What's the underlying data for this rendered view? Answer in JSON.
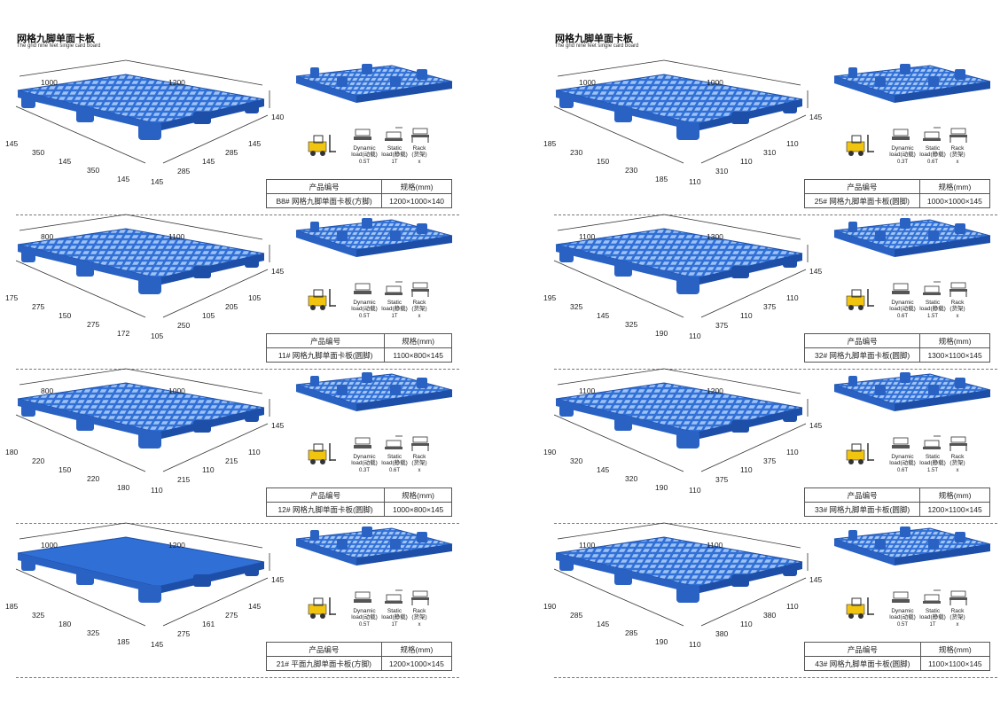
{
  "header": {
    "title": "网格九脚单面卡板",
    "subtitle": "The grid nine feet single card board"
  },
  "table_headers": {
    "code": "产品编号",
    "spec": "规格(mm)"
  },
  "load_labels": {
    "dynamic": "Dynamic\nload(动载)",
    "static": "Static\nload(静载)",
    "rack": "Rack\n(货架)"
  },
  "colors": {
    "pallet": "#2f6fd6",
    "pallet_dark": "#1d4fa8",
    "forklift": "#f1c40f"
  },
  "left": {
    "cards": [
      {
        "code": "B8# 网格九脚单面卡板(方脚)",
        "spec": "1200×1000×140",
        "dims": {
          "top_a": "1000",
          "top_b": "1200",
          "height": "140",
          "bottom_left": [
            "145",
            "350",
            "145",
            "350",
            "145"
          ],
          "bottom_right": [
            "145",
            "285",
            "145",
            "285",
            "145"
          ]
        },
        "loads": {
          "dynamic": "0.5T",
          "static": "1T",
          "rack": "x"
        }
      },
      {
        "code": "11# 网格九脚单面卡板(圆脚)",
        "spec": "1100×800×145",
        "dims": {
          "top_a": "800",
          "top_b": "1100",
          "height": "145",
          "bottom_left": [
            "175",
            "275",
            "150",
            "275",
            "172"
          ],
          "bottom_right": [
            "105",
            "250",
            "105",
            "205",
            "105"
          ]
        },
        "loads": {
          "dynamic": "0.5T",
          "static": "1T",
          "rack": "x"
        }
      },
      {
        "code": "12# 网格九脚单面卡板(圆脚)",
        "spec": "1000×800×145",
        "dims": {
          "top_a": "800",
          "top_b": "1000",
          "height": "145",
          "bottom_left": [
            "180",
            "220",
            "150",
            "220",
            "180"
          ],
          "bottom_right": [
            "110",
            "215",
            "110",
            "215",
            "110"
          ]
        },
        "loads": {
          "dynamic": "0.3T",
          "static": "0.6T",
          "rack": "x"
        }
      },
      {
        "code": "21# 平面九脚单面卡板(方脚)",
        "spec": "1200×1000×145",
        "dims": {
          "top_a": "1000",
          "top_b": "1200",
          "height": "145",
          "bottom_left": [
            "185",
            "325",
            "180",
            "325",
            "185"
          ],
          "bottom_right": [
            "145",
            "275",
            "161",
            "275",
            "145"
          ]
        },
        "loads": {
          "dynamic": "0.5T",
          "static": "1T",
          "rack": "x"
        }
      }
    ]
  },
  "right": {
    "cards": [
      {
        "code": "25# 网格九脚单面卡板(圆脚)",
        "spec": "1000×1000×145",
        "dims": {
          "top_a": "1000",
          "top_b": "1000",
          "height": "145",
          "bottom_left": [
            "185",
            "230",
            "150",
            "230",
            "185"
          ],
          "bottom_right": [
            "110",
            "310",
            "110",
            "310",
            "110"
          ]
        },
        "loads": {
          "dynamic": "0.3T",
          "static": "0.6T",
          "rack": "x"
        }
      },
      {
        "code": "32# 网格九脚单面卡板(圆脚)",
        "spec": "1300×1100×145",
        "dims": {
          "top_a": "1100",
          "top_b": "1300",
          "height": "145",
          "bottom_left": [
            "195",
            "325",
            "145",
            "325",
            "190"
          ],
          "bottom_right": [
            "110",
            "375",
            "110",
            "375",
            "110"
          ]
        },
        "loads": {
          "dynamic": "0.6T",
          "static": "1.5T",
          "rack": "x"
        }
      },
      {
        "code": "33# 网格九脚单面卡板(圆脚)",
        "spec": "1200×1100×145",
        "dims": {
          "top_a": "1100",
          "top_b": "1200",
          "height": "145",
          "bottom_left": [
            "190",
            "320",
            "145",
            "320",
            "190"
          ],
          "bottom_right": [
            "110",
            "375",
            "110",
            "375",
            "110"
          ]
        },
        "loads": {
          "dynamic": "0.6T",
          "static": "1.5T",
          "rack": "x"
        }
      },
      {
        "code": "43# 网格九脚单面卡板(圆脚)",
        "spec": "1100×1100×145",
        "dims": {
          "top_a": "1100",
          "top_b": "1100",
          "height": "145",
          "bottom_left": [
            "190",
            "285",
            "145",
            "285",
            "190"
          ],
          "bottom_right": [
            "110",
            "380",
            "110",
            "380",
            "110"
          ]
        },
        "loads": {
          "dynamic": "0.5T",
          "static": "1T",
          "rack": "x"
        }
      }
    ]
  }
}
